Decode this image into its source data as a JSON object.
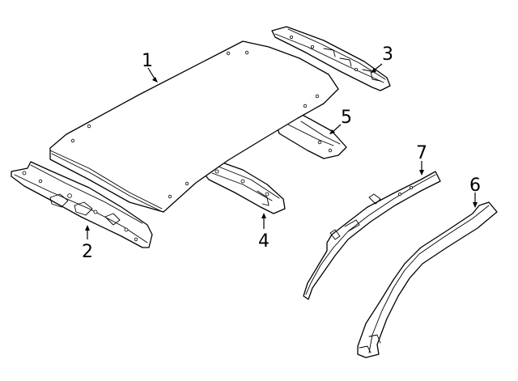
{
  "diagram": {
    "callouts": [
      {
        "id": "1",
        "label": "1",
        "part": "roof-panel"
      },
      {
        "id": "2",
        "label": "2",
        "part": "front-header"
      },
      {
        "id": "3",
        "label": "3",
        "part": "rear-header"
      },
      {
        "id": "4",
        "label": "4",
        "part": "front-roof-bow"
      },
      {
        "id": "5",
        "label": "5",
        "part": "rear-roof-bow"
      },
      {
        "id": "6",
        "label": "6",
        "part": "right-roof-rail"
      },
      {
        "id": "7",
        "label": "7",
        "part": "left-roof-rail"
      }
    ],
    "colors": {
      "line": "#000000",
      "background": "#ffffff"
    }
  }
}
